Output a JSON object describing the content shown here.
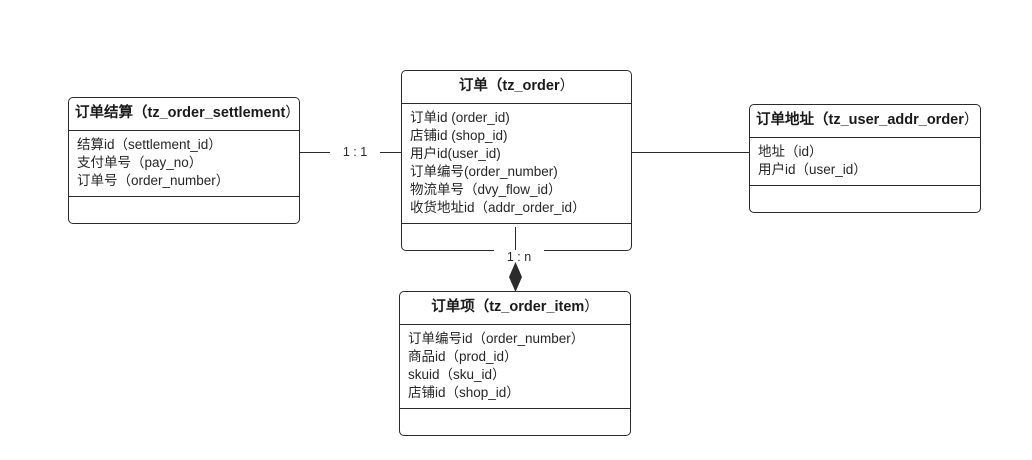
{
  "diagram": {
    "title": "order-er-diagram",
    "background": "#ffffff",
    "line_color": "#2b2b2b",
    "text_color": "#262626"
  },
  "entities": {
    "settlement": {
      "cn_name": "订单结算",
      "table_name": "tz_order_settlement",
      "header": "订单结算（tz_order_settlement）",
      "attributes": [
        "结算id（settlement_id）",
        "支付单号（pay_no）",
        "订单号（order_number）"
      ]
    },
    "order": {
      "cn_name": "订单",
      "table_name": "tz_order",
      "header": "订单（tz_order）",
      "attributes": [
        "订单id (order_id)",
        "店铺id (shop_id)",
        "用户id(user_id)",
        "订单编号(order_number)",
        "物流单号（dvy_flow_id）",
        "收货地址id（addr_order_id）"
      ]
    },
    "address": {
      "cn_name": "订单地址",
      "table_name": "tz_user_addr_order",
      "header": "订单地址（tz_user_addr_order）",
      "attributes": [
        "地址（id）",
        "用户id（user_id）"
      ]
    },
    "order_item": {
      "cn_name": "订单项",
      "table_name": "tz_order_item",
      "header": "订单项（tz_order_item）",
      "attributes": [
        "订单编号id（order_number）",
        "商品id（prod_id）",
        "skuid（sku_id）",
        "店铺id（shop_id）"
      ]
    }
  },
  "relationships": {
    "settlement_order": {
      "label": "1 : 1",
      "from": "tz_order_settlement",
      "to": "tz_order"
    },
    "order_address": {
      "label": "",
      "from": "tz_order",
      "to": "tz_user_addr_order"
    },
    "order_item": {
      "label": "1 : n",
      "from": "tz_order",
      "to": "tz_order_item"
    }
  }
}
